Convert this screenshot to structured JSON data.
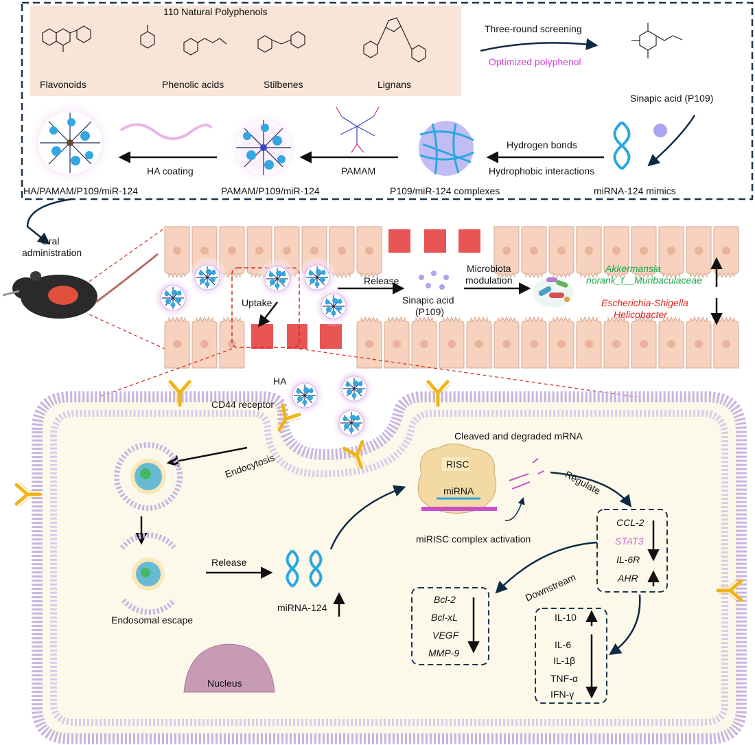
{
  "screening": {
    "title": "110 Natural Polyphenols",
    "classes": [
      "Flavonoids",
      "Phenolic acids",
      "Stilbenes",
      "Lignans"
    ],
    "arrow_label": "Three-round screening",
    "arrow_sublabel": "Optimized polyphenol",
    "result": "Sinapic acid (P109)"
  },
  "assembly": {
    "mimics": "miRNA-124 mimics",
    "bond1": "Hydrogen bonds",
    "bond2": "Hydrophobic interactions",
    "complex": "P109/miR-124 complexes",
    "pamam": "PAMAM",
    "pamam_complex": "PAMAM/P109/miR-124",
    "ha_coating": "HA coating",
    "final": "HA/PAMAM/P109/miR-124"
  },
  "intestine": {
    "oral1": "Oral",
    "oral2": "administration",
    "uptake": "Uptake",
    "release": "Release",
    "sinapic1": "Sinapic acid",
    "sinapic2": "(P109)",
    "microbiota1": "Microbiota",
    "microbiota2": "modulation",
    "up_bacteria": [
      "Akkermansia",
      "norank_f__Muribaculaceae"
    ],
    "down_bacteria": [
      "Escherichia-Shigella",
      "Helicobacter"
    ]
  },
  "cell": {
    "ha": "HA",
    "cd44": "CD44 receptor",
    "endocytosis": "Endocytosis",
    "endosomal_escape": "Endosomal escape",
    "release": "Release",
    "mirna": "miRNA-124",
    "risc": "RISC",
    "risc_mirna": "miRNA",
    "miRISC": "miRISC complex activation",
    "cleaved": "Cleaved and degraded mRNA",
    "regulate": "Regulate",
    "downstream": "Downstream",
    "nucleus": "Nucleus",
    "targets_down": [
      "CCL-2",
      "STAT3",
      "IL-6R"
    ],
    "targets_up": [
      "AHR"
    ],
    "downstream_genes": [
      "Bcl-2",
      "Bcl-xL",
      "VEGF",
      "MMP-9"
    ],
    "cytokines_up": [
      "IL-10"
    ],
    "cytokines_down": [
      "IL-6",
      "IL-1β",
      "TNF-α",
      "IFN-γ"
    ]
  },
  "colors": {
    "screen_bg": "#f8e5d8",
    "accent_magenta": "#d43fd9",
    "up_green": "#17a84a",
    "down_red": "#e0201d",
    "cell_fill": "#fcf8ea",
    "membrane": "#c7b5e2",
    "antibody": "#f0b419",
    "dna": "#2aa7e0"
  }
}
